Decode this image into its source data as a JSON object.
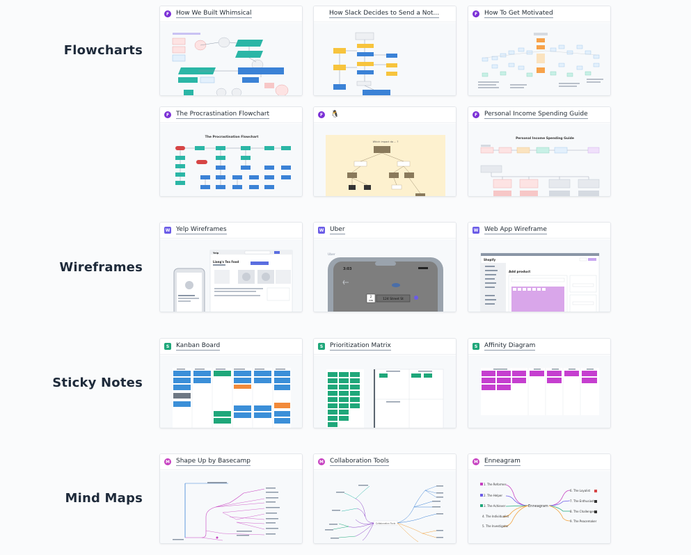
{
  "colors": {
    "flowchart_badge": "#7b2fd6",
    "wireframe_badge": "#6b5ce7",
    "sticky_badge": "#1fa77a",
    "mindmap_badge": "#c63fc0",
    "heading": "#1e2a3a"
  },
  "categories": [
    {
      "label": "Flowcharts",
      "cards": [
        {
          "badge": "F",
          "title": "How We Built Whimsical",
          "thumbnail": "flowchart-diagram"
        },
        {
          "badge": "",
          "title": "How Slack Decides to Send a Not...",
          "thumbnail": "flowchart-diagram"
        },
        {
          "badge": "F",
          "title": "How To Get Motivated",
          "thumbnail": "flowchart-diagram"
        }
      ]
    },
    {
      "label": "",
      "cards": [
        {
          "badge": "F",
          "title": "The Procrastination Flowchart",
          "thumbnail_title": "The Procrastination Flowchart"
        },
        {
          "badge": "F",
          "title": "",
          "thumbnail_title": "Which impact do ... ?"
        },
        {
          "badge": "F",
          "title": "Personal Income Spending Guide",
          "thumbnail_title": "Personal Income Spending Guide"
        }
      ]
    },
    {
      "label": "Wireframes",
      "cards": [
        {
          "badge": "W",
          "title": "Yelp Wireframes",
          "thumbnail_brand": "Yelp",
          "thumbnail_text": "Liang's Tea Food"
        },
        {
          "badge": "W",
          "title": "Uber",
          "thumbnail_label": "Uber",
          "phone_time": "3:03",
          "eta_value": "2",
          "eta_unit": "MIN",
          "address": "124 Street St"
        },
        {
          "badge": "W",
          "title": "Web App Wireframe",
          "thumbnail_brand": "Shopify",
          "thumbnail_heading": "Add product"
        }
      ]
    },
    {
      "label": "Sticky Notes",
      "cards": [
        {
          "badge": "S",
          "title": "Kanban Board"
        },
        {
          "badge": "S",
          "title": "Prioritization Matrix"
        },
        {
          "badge": "S",
          "title": "Affinity Diagram"
        }
      ]
    },
    {
      "label": "Mind Maps",
      "cards": [
        {
          "badge": "M",
          "title": "Shape Up by Basecamp"
        },
        {
          "badge": "M",
          "title": "Collaboration Tools",
          "center_label": "Collaboration Tools"
        },
        {
          "badge": "M",
          "title": "Enneagram",
          "center_label": "Enneagram",
          "left_items": [
            "1. The Reformer",
            "2. The Helper",
            "3. The Achiever",
            "4. The Individualist",
            "5. The Investigator"
          ],
          "right_items": [
            "6. The Loyalist",
            "7. The Enthusiast",
            "8. The Challenger",
            "9. The Peacemaker"
          ]
        }
      ]
    }
  ]
}
